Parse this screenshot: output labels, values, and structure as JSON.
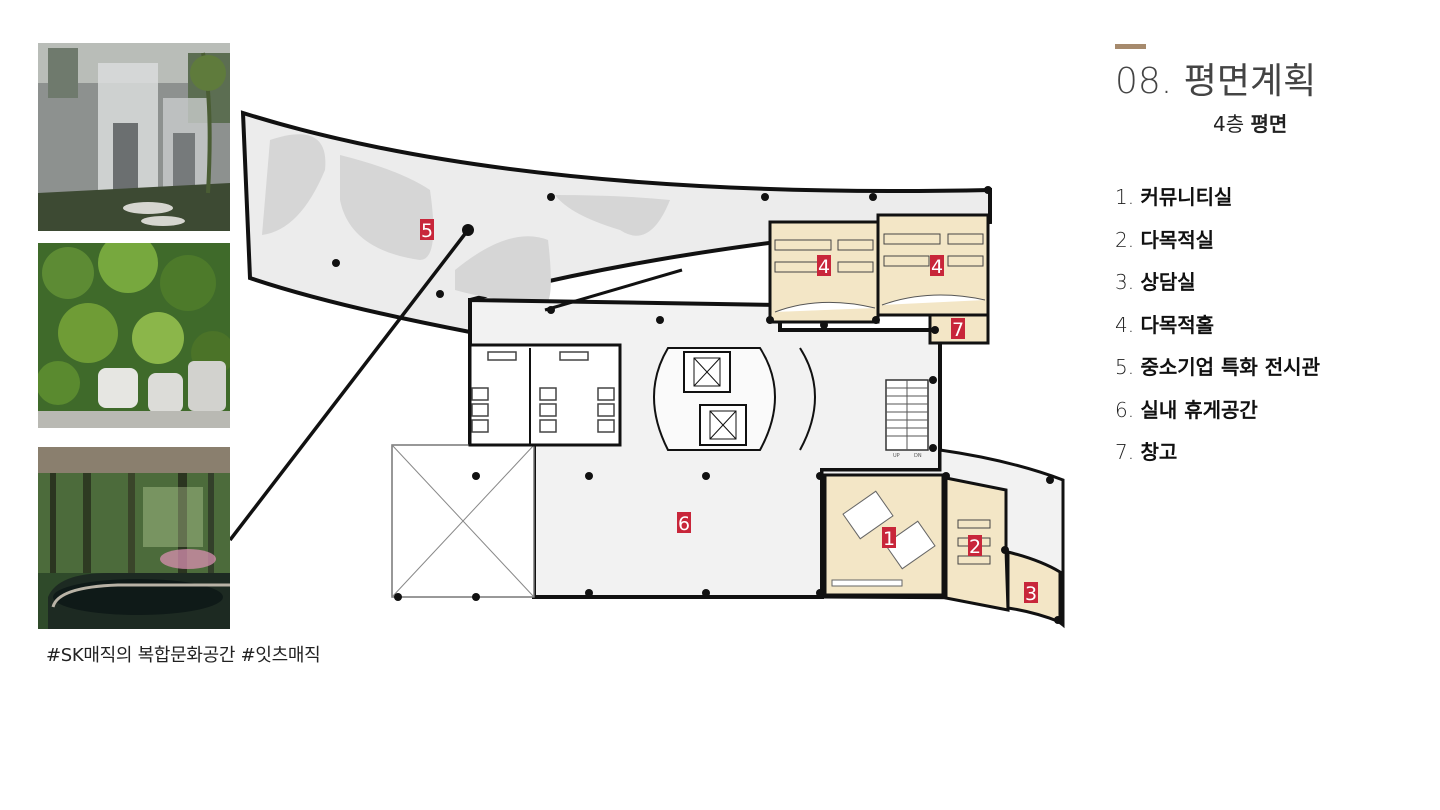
{
  "header": {
    "section_number": "08.",
    "section_title": "평면계획",
    "floor_number": "4층",
    "floor_label": "평면"
  },
  "legend": [
    {
      "num": "1.",
      "label": "커뮤니티실"
    },
    {
      "num": "2.",
      "label": "다목적실"
    },
    {
      "num": "3.",
      "label": "상담실"
    },
    {
      "num": "4.",
      "label": "다목적홀"
    },
    {
      "num": "5.",
      "label": "중소기업 특화 전시관"
    },
    {
      "num": "6.",
      "label": "실내 휴게공간"
    },
    {
      "num": "7.",
      "label": "창고"
    }
  ],
  "plan": {
    "room_markers": [
      "1",
      "2",
      "3",
      "4",
      "4",
      "5",
      "6",
      "7"
    ],
    "stair_labels": [
      "UP",
      "DN"
    ]
  },
  "photos": [
    {
      "name": "mesh-curtain-room-photo"
    },
    {
      "name": "green-wall-photo"
    },
    {
      "name": "forest-media-wall-photo"
    }
  ],
  "caption": "#SK매직의 복합문화공간 #잇츠매직",
  "colors": {
    "accent": "#a68a6d",
    "marker_bg": "#c8263a",
    "room_fill": "#f3e6c6",
    "floor_fill": "#efefef",
    "wall": "#111111"
  }
}
